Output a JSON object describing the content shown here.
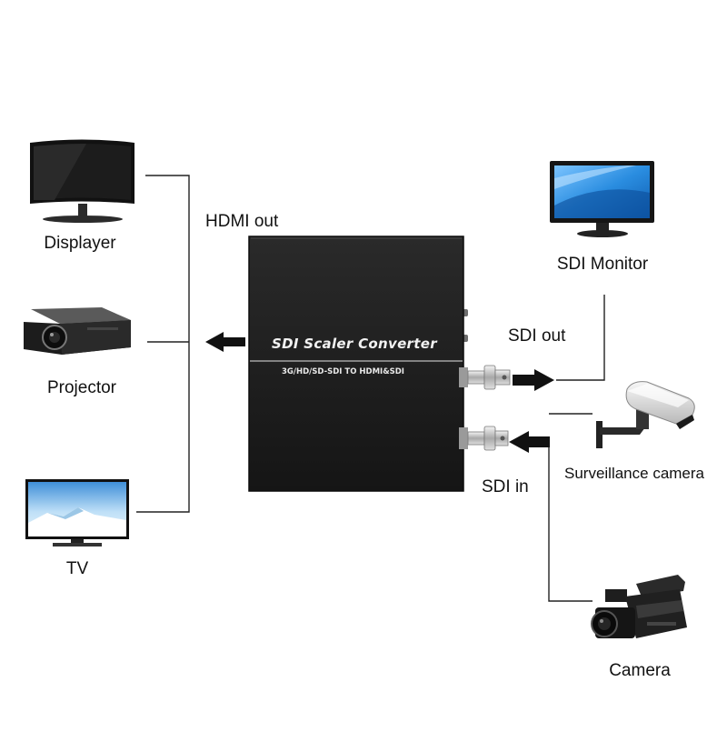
{
  "device": {
    "title": "SDI Scaler Converter",
    "subtitle": "3G/HD/SD-SDI TO HDMI&SDI"
  },
  "labels": {
    "hdmi_out": "HDMI out",
    "sdi_out": "SDI out",
    "sdi_in": "SDI in"
  },
  "outputs_hdmi": [
    {
      "label": "Displayer",
      "icon": "curved-monitor-icon"
    },
    {
      "label": "Projector",
      "icon": "projector-icon"
    },
    {
      "label": "TV",
      "icon": "tv-icon"
    }
  ],
  "output_sdi": {
    "label": "SDI Monitor",
    "icon": "monitor-icon"
  },
  "inputs_sdi": [
    {
      "label": "Surveillance camera",
      "icon": "cctv-camera-icon"
    },
    {
      "label": "Camera",
      "icon": "camcorder-icon"
    }
  ],
  "colors": {
    "device_body": "#1e1e1e",
    "screen_blue": "#2a8de0",
    "lines": "#222222"
  }
}
